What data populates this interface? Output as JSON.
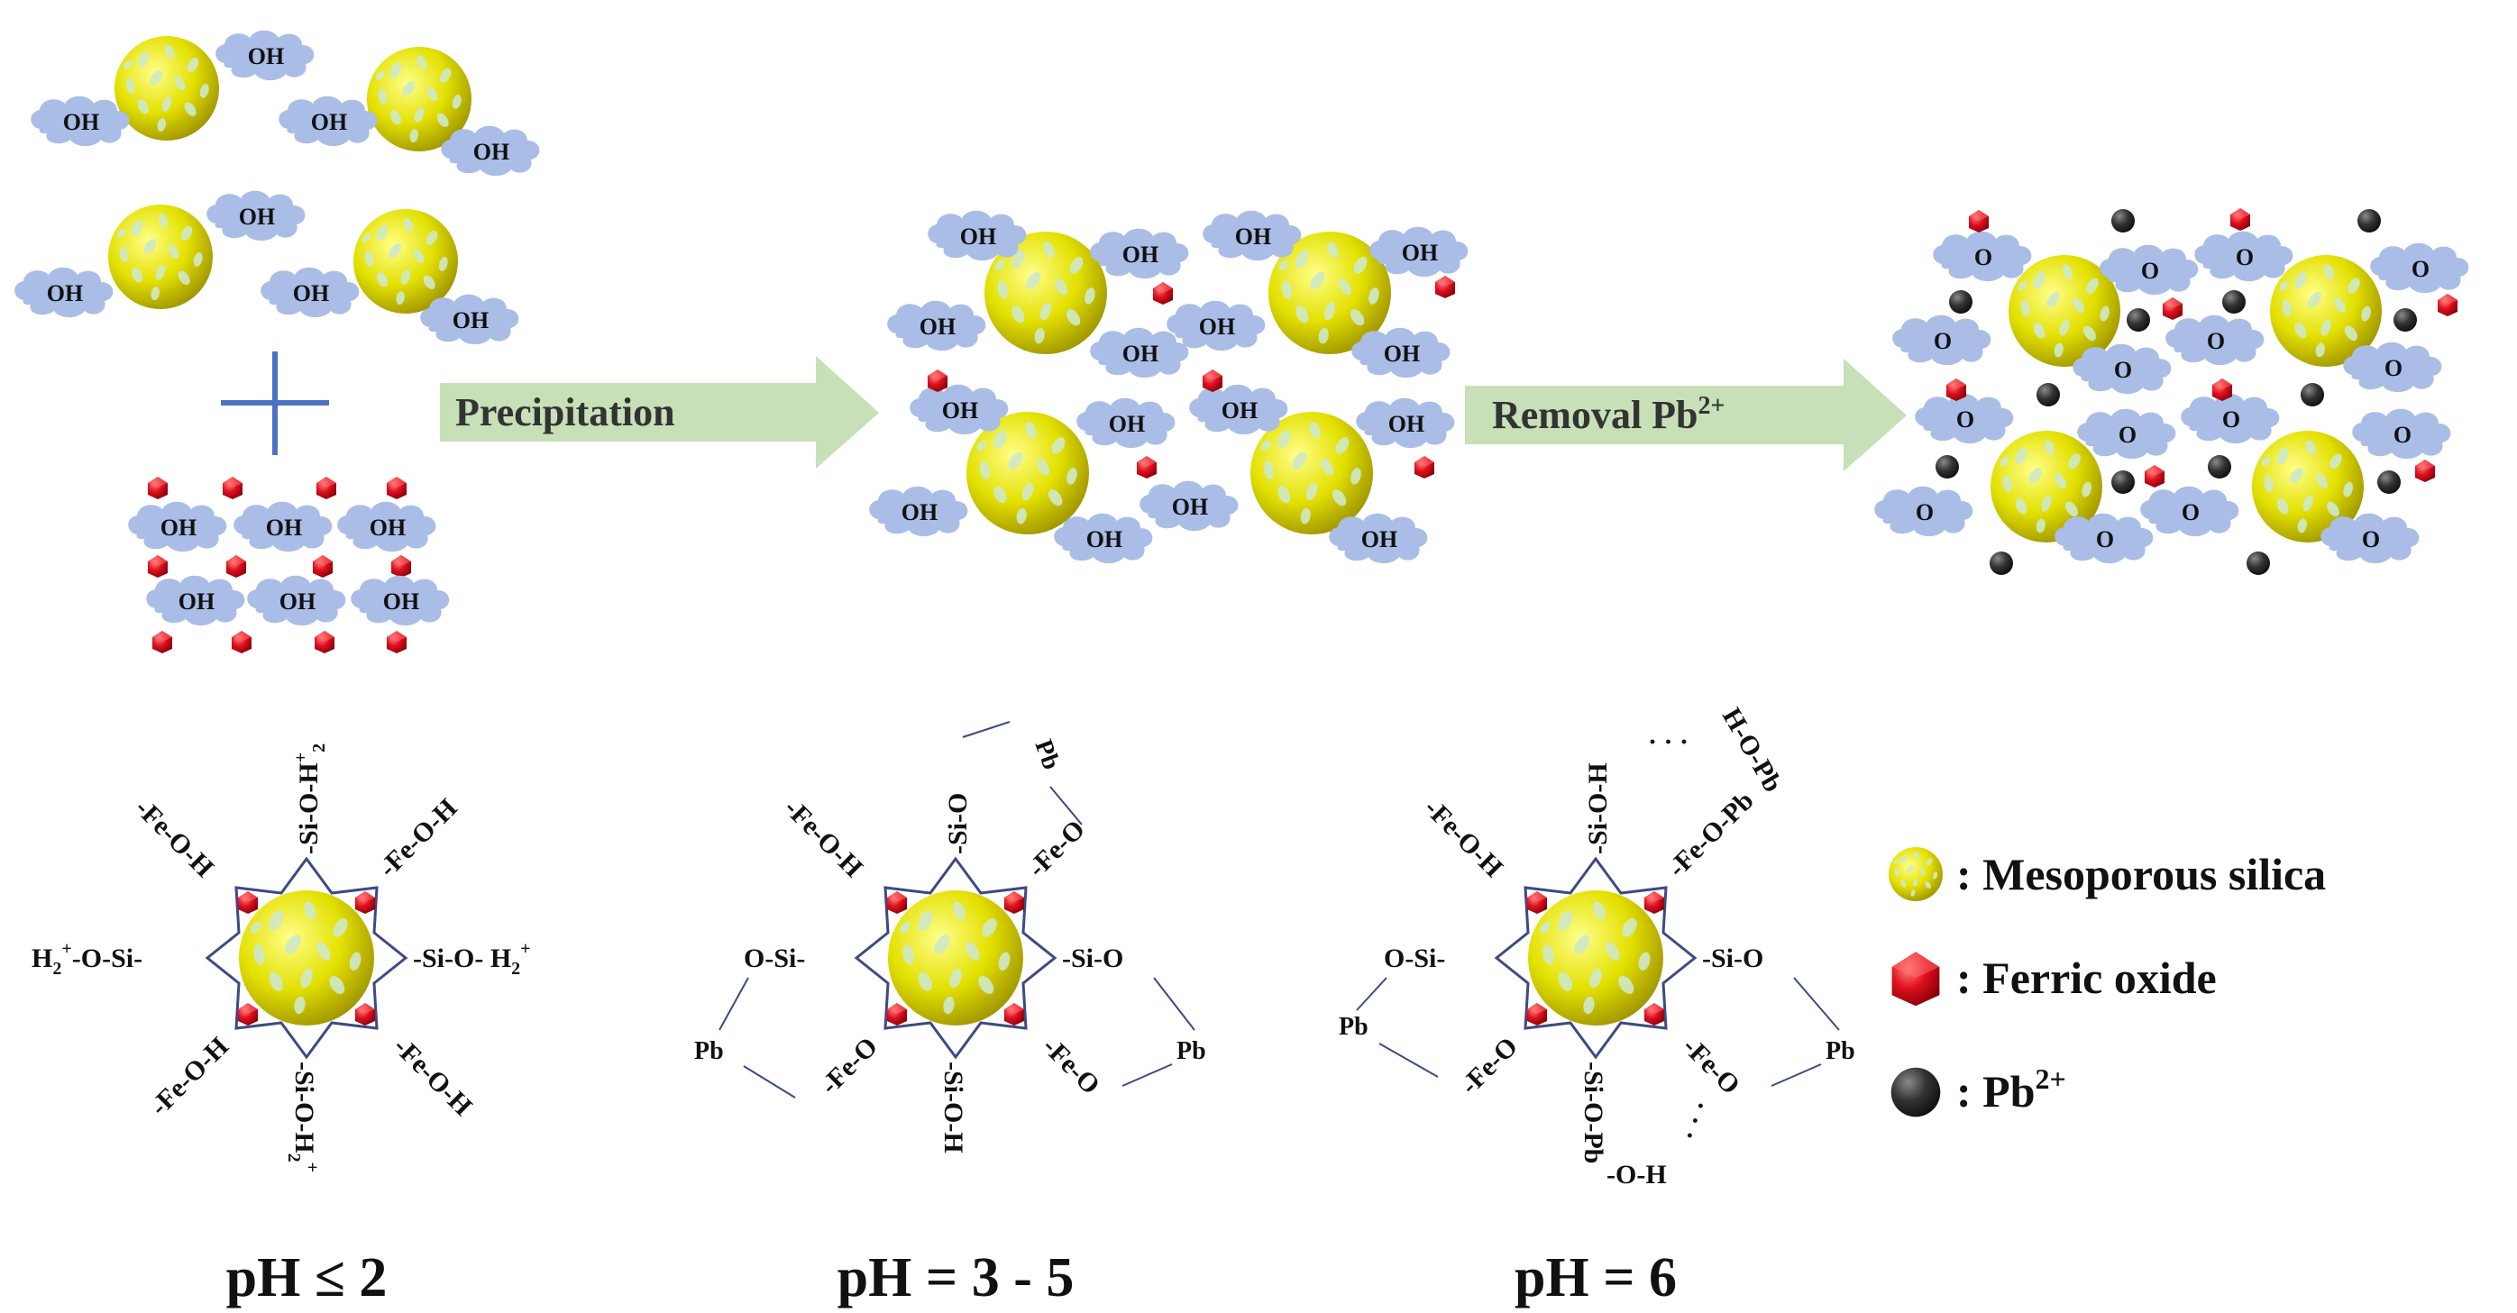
{
  "colors": {
    "silica": "#d6d400",
    "silica_highlight": "#ffff7a",
    "pore": "#cfe9c9",
    "cloud": "#a9bde6",
    "ferric": "#e0101e",
    "lead": "#2d2d2d",
    "arrow": "#c7e0b7",
    "cross": "#4c73c2",
    "frame": "#3c4a84"
  },
  "labels": {
    "oh": "OH",
    "o": "O",
    "arrow1": "Precipitation",
    "arrow2_base": "Removal Pb",
    "arrow2_sup": "2+"
  },
  "structures": {
    "s1": {
      "top": "-Si-O-H",
      "top_sup": "+",
      "top_sub": "2",
      "tl": "-Fe-O-H",
      "tr": "-Fe-O-H",
      "left": "H",
      "left_sub": "2",
      "left_sup": "+",
      "left_rest": "-O-Si-",
      "right": "-Si-O- H",
      "right_sub": "2",
      "right_sup": "+",
      "bl": "-Fe-O-H",
      "br": "-Fe-O-H",
      "bottom": "-Si-O-H",
      "bottom_sub": "2",
      "bottom_sup": "+",
      "ph": "pH ≤ 2"
    },
    "s2": {
      "top": "-Si-O",
      "pb_top": "Pb",
      "tl": "-Fe-O-H",
      "tr": "-Fe-O",
      "left": "O-Si-",
      "right": "-Si-O",
      "pb_left": "Pb",
      "pb_right": "Pb",
      "bl": "-Fe-O",
      "br": "-Fe-O",
      "bottom": "-Si-O-H",
      "ph": "pH = 3 - 5"
    },
    "s3": {
      "top": "-Si-O-H",
      "dots_top": "· · ·",
      "h_o_pb": "H-O-Pb",
      "tl": "-Fe-O-H",
      "tr": "-Fe-O-Pb",
      "left": "O-Si-",
      "right": "-Si-O",
      "pb_left": "Pb",
      "pb_right": "Pb",
      "bl": "-Fe-O",
      "br": "-Fe-O",
      "dots_br": "· · ·",
      "bottom": "-Si-O-Pb",
      "bottom_oh": "-O-H",
      "ph": "pH = 6"
    }
  },
  "legend": {
    "silica": ": Mesoporous silica",
    "ferric": ": Ferric oxide",
    "lead_base": ": Pb",
    "lead_sup": "2+"
  }
}
